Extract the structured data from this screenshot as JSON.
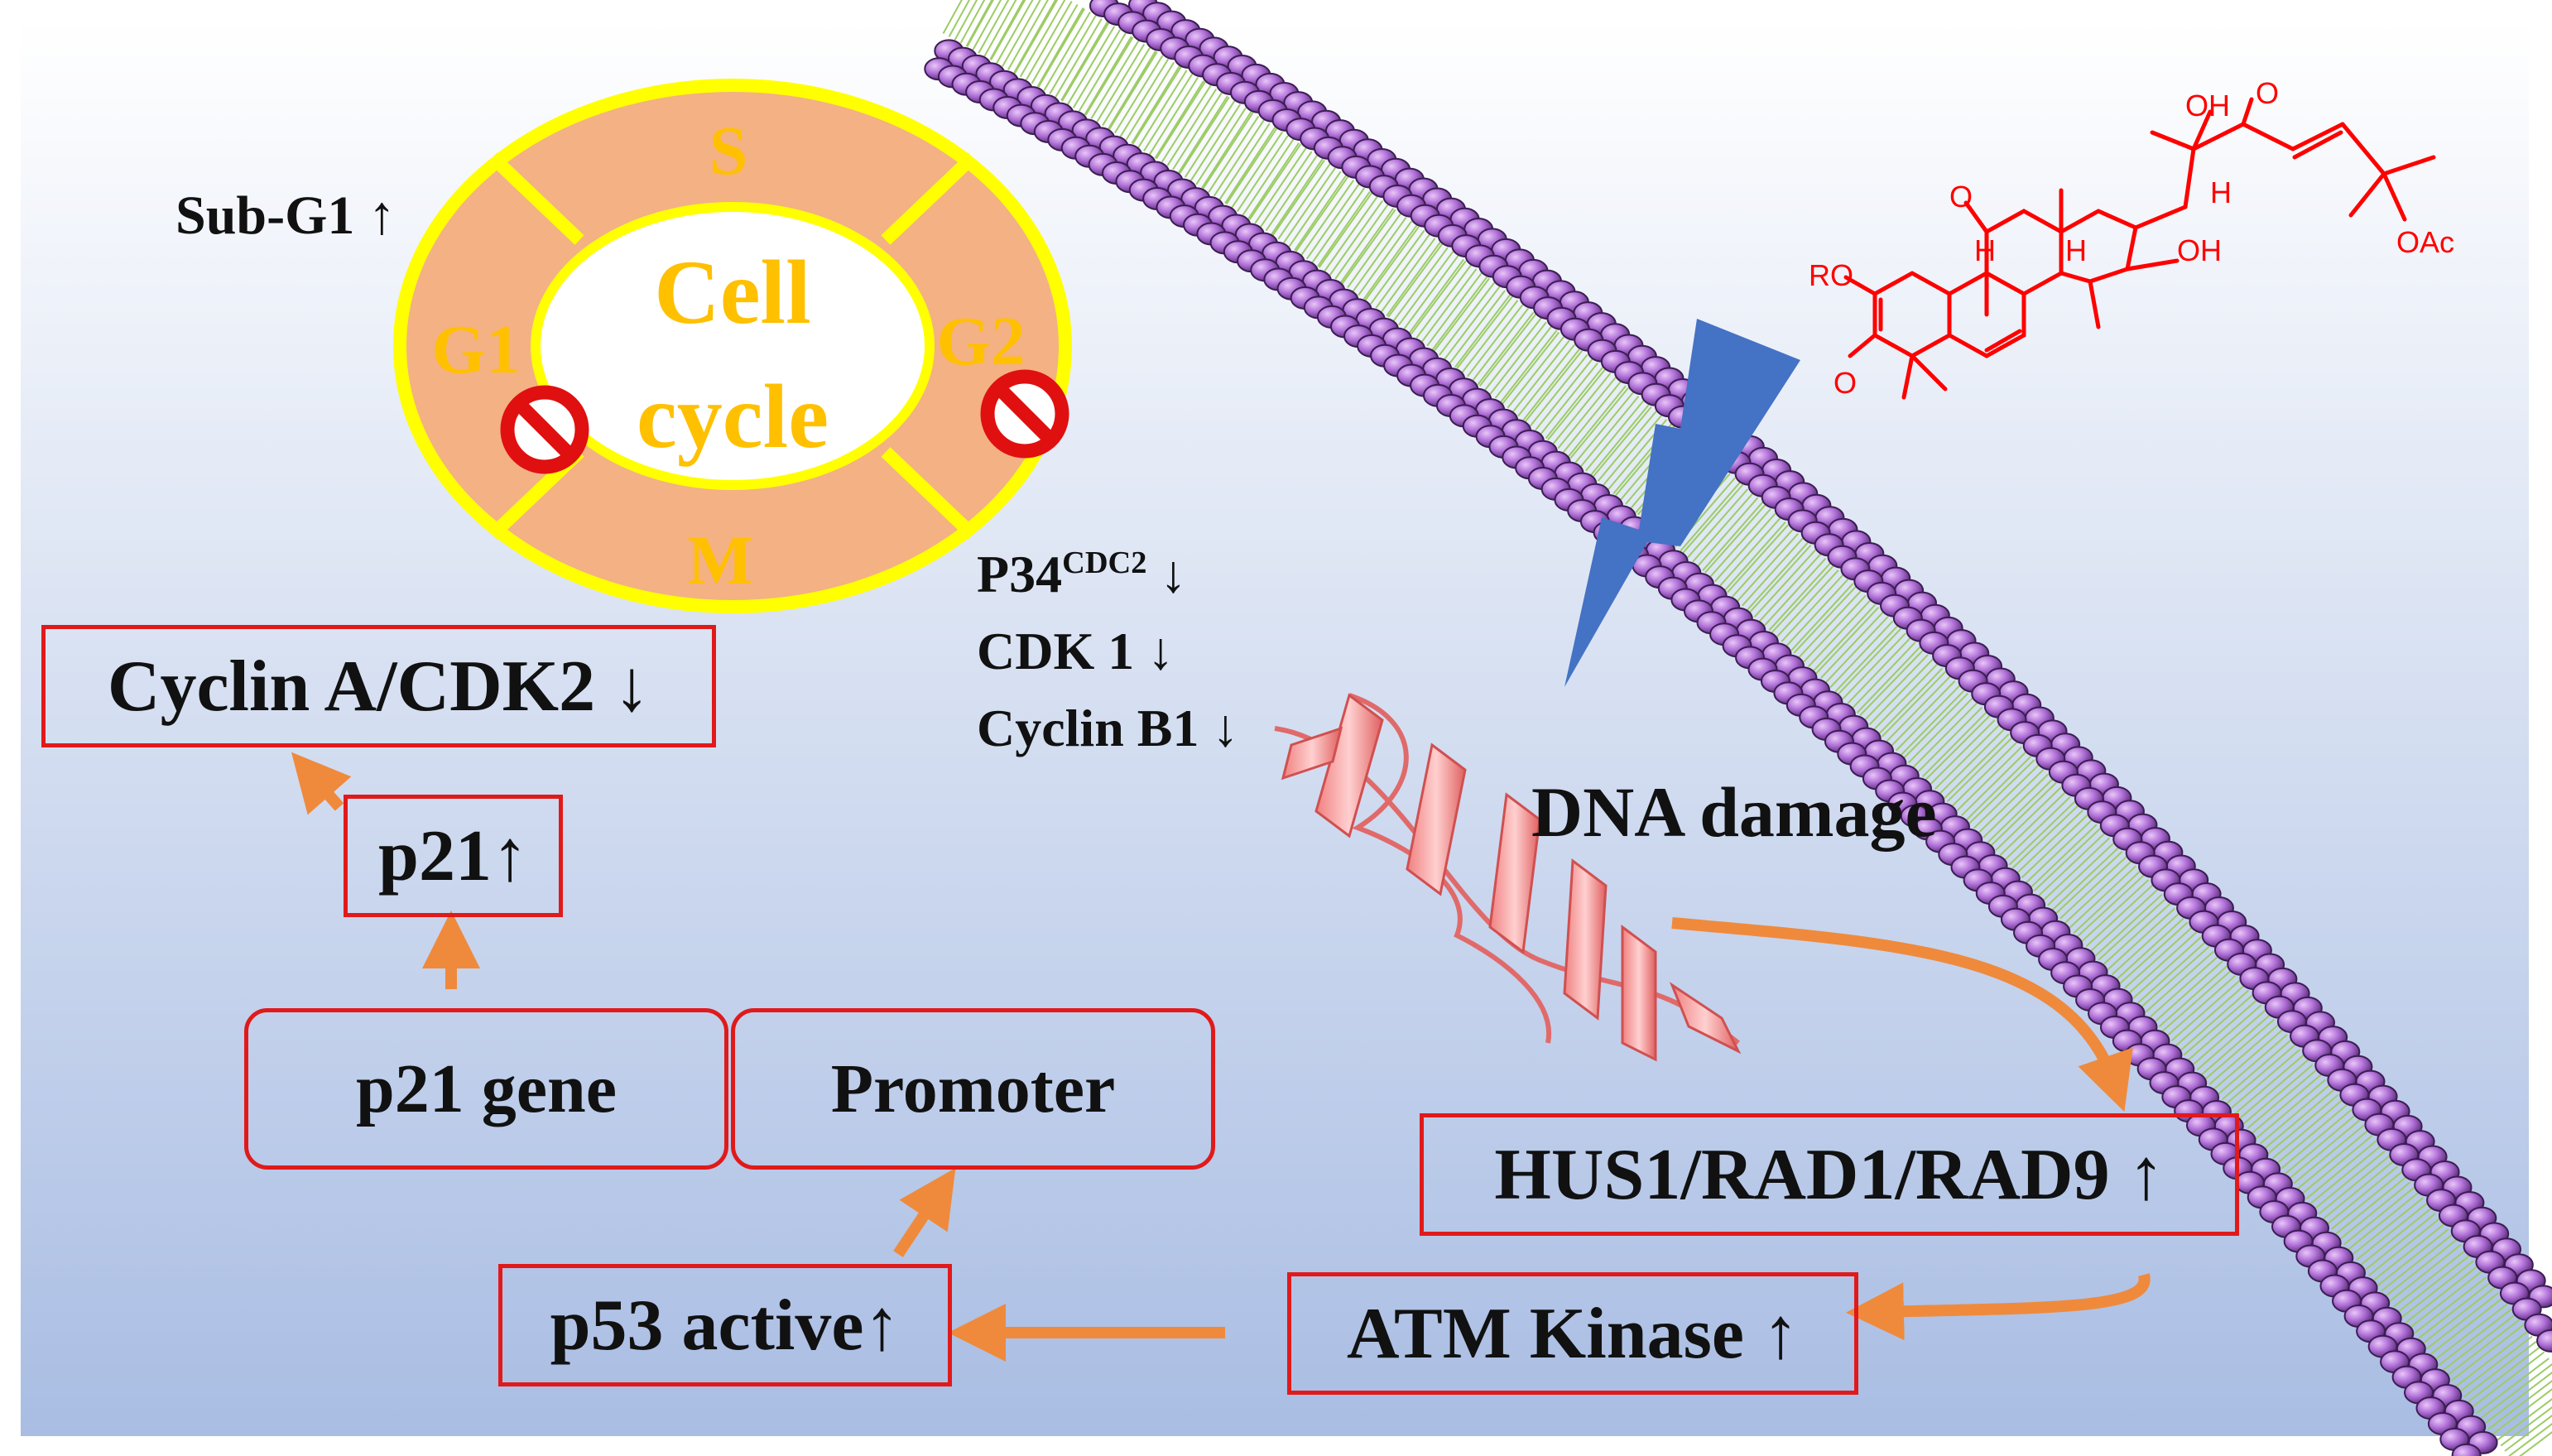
{
  "cell_cycle": {
    "center_line1": "Cell",
    "center_line2": "cycle",
    "phase_s": "S",
    "phase_g1": "G1",
    "phase_g2": "G2",
    "phase_m": "M",
    "sub_g1": "Sub-G1 ↑"
  },
  "regulators": {
    "p34_main": "P34",
    "p34_sup": "CDC2",
    "p34_arrow": " ↓",
    "cdk1": "CDK 1 ↓",
    "cyclin_b1": "Cyclin B1 ↓"
  },
  "pathway": {
    "cyclin_a": "Cyclin A/CDK2 ↓",
    "p21": "p21↑",
    "p21_gene": "p21 gene",
    "promoter": "Promoter",
    "p53": "p53 active↑",
    "atm": "ATM Kinase ↑",
    "hus1": "HUS1/RAD1/RAD9 ↑",
    "dna_damage": "DNA damage"
  },
  "molecule": {
    "oh_top": "OH",
    "h_right": "H",
    "h_a": "H",
    "h_b": "H",
    "oh_right": "OH",
    "oac": "OAc",
    "ro": "RO"
  },
  "colors": {
    "box_border": "#e01a1a",
    "arrow": "#ef8a3c",
    "cycle_ring": "#f4b183",
    "cycle_border": "#ffff00",
    "phase_text": "#ffc000",
    "lightning": "#4472c4",
    "molecule": "#ff0000",
    "membrane_head": "#b070d8"
  }
}
